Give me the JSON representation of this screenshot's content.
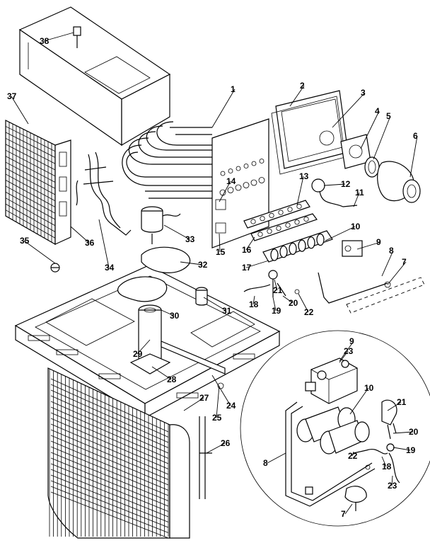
{
  "callouts": [
    "1",
    "2",
    "3",
    "4",
    "5",
    "6",
    "7",
    "8",
    "9",
    "10",
    "11",
    "12",
    "13",
    "14",
    "15",
    "16",
    "17",
    "18",
    "19",
    "20",
    "21",
    "22",
    "23",
    "24",
    "25",
    "26",
    "27",
    "28",
    "29",
    "30",
    "31",
    "32",
    "33",
    "34",
    "35",
    "36",
    "37",
    "38"
  ],
  "detail_callouts": [
    "9",
    "10",
    "21",
    "20",
    "19",
    "18",
    "22",
    "23",
    "8",
    "7"
  ]
}
